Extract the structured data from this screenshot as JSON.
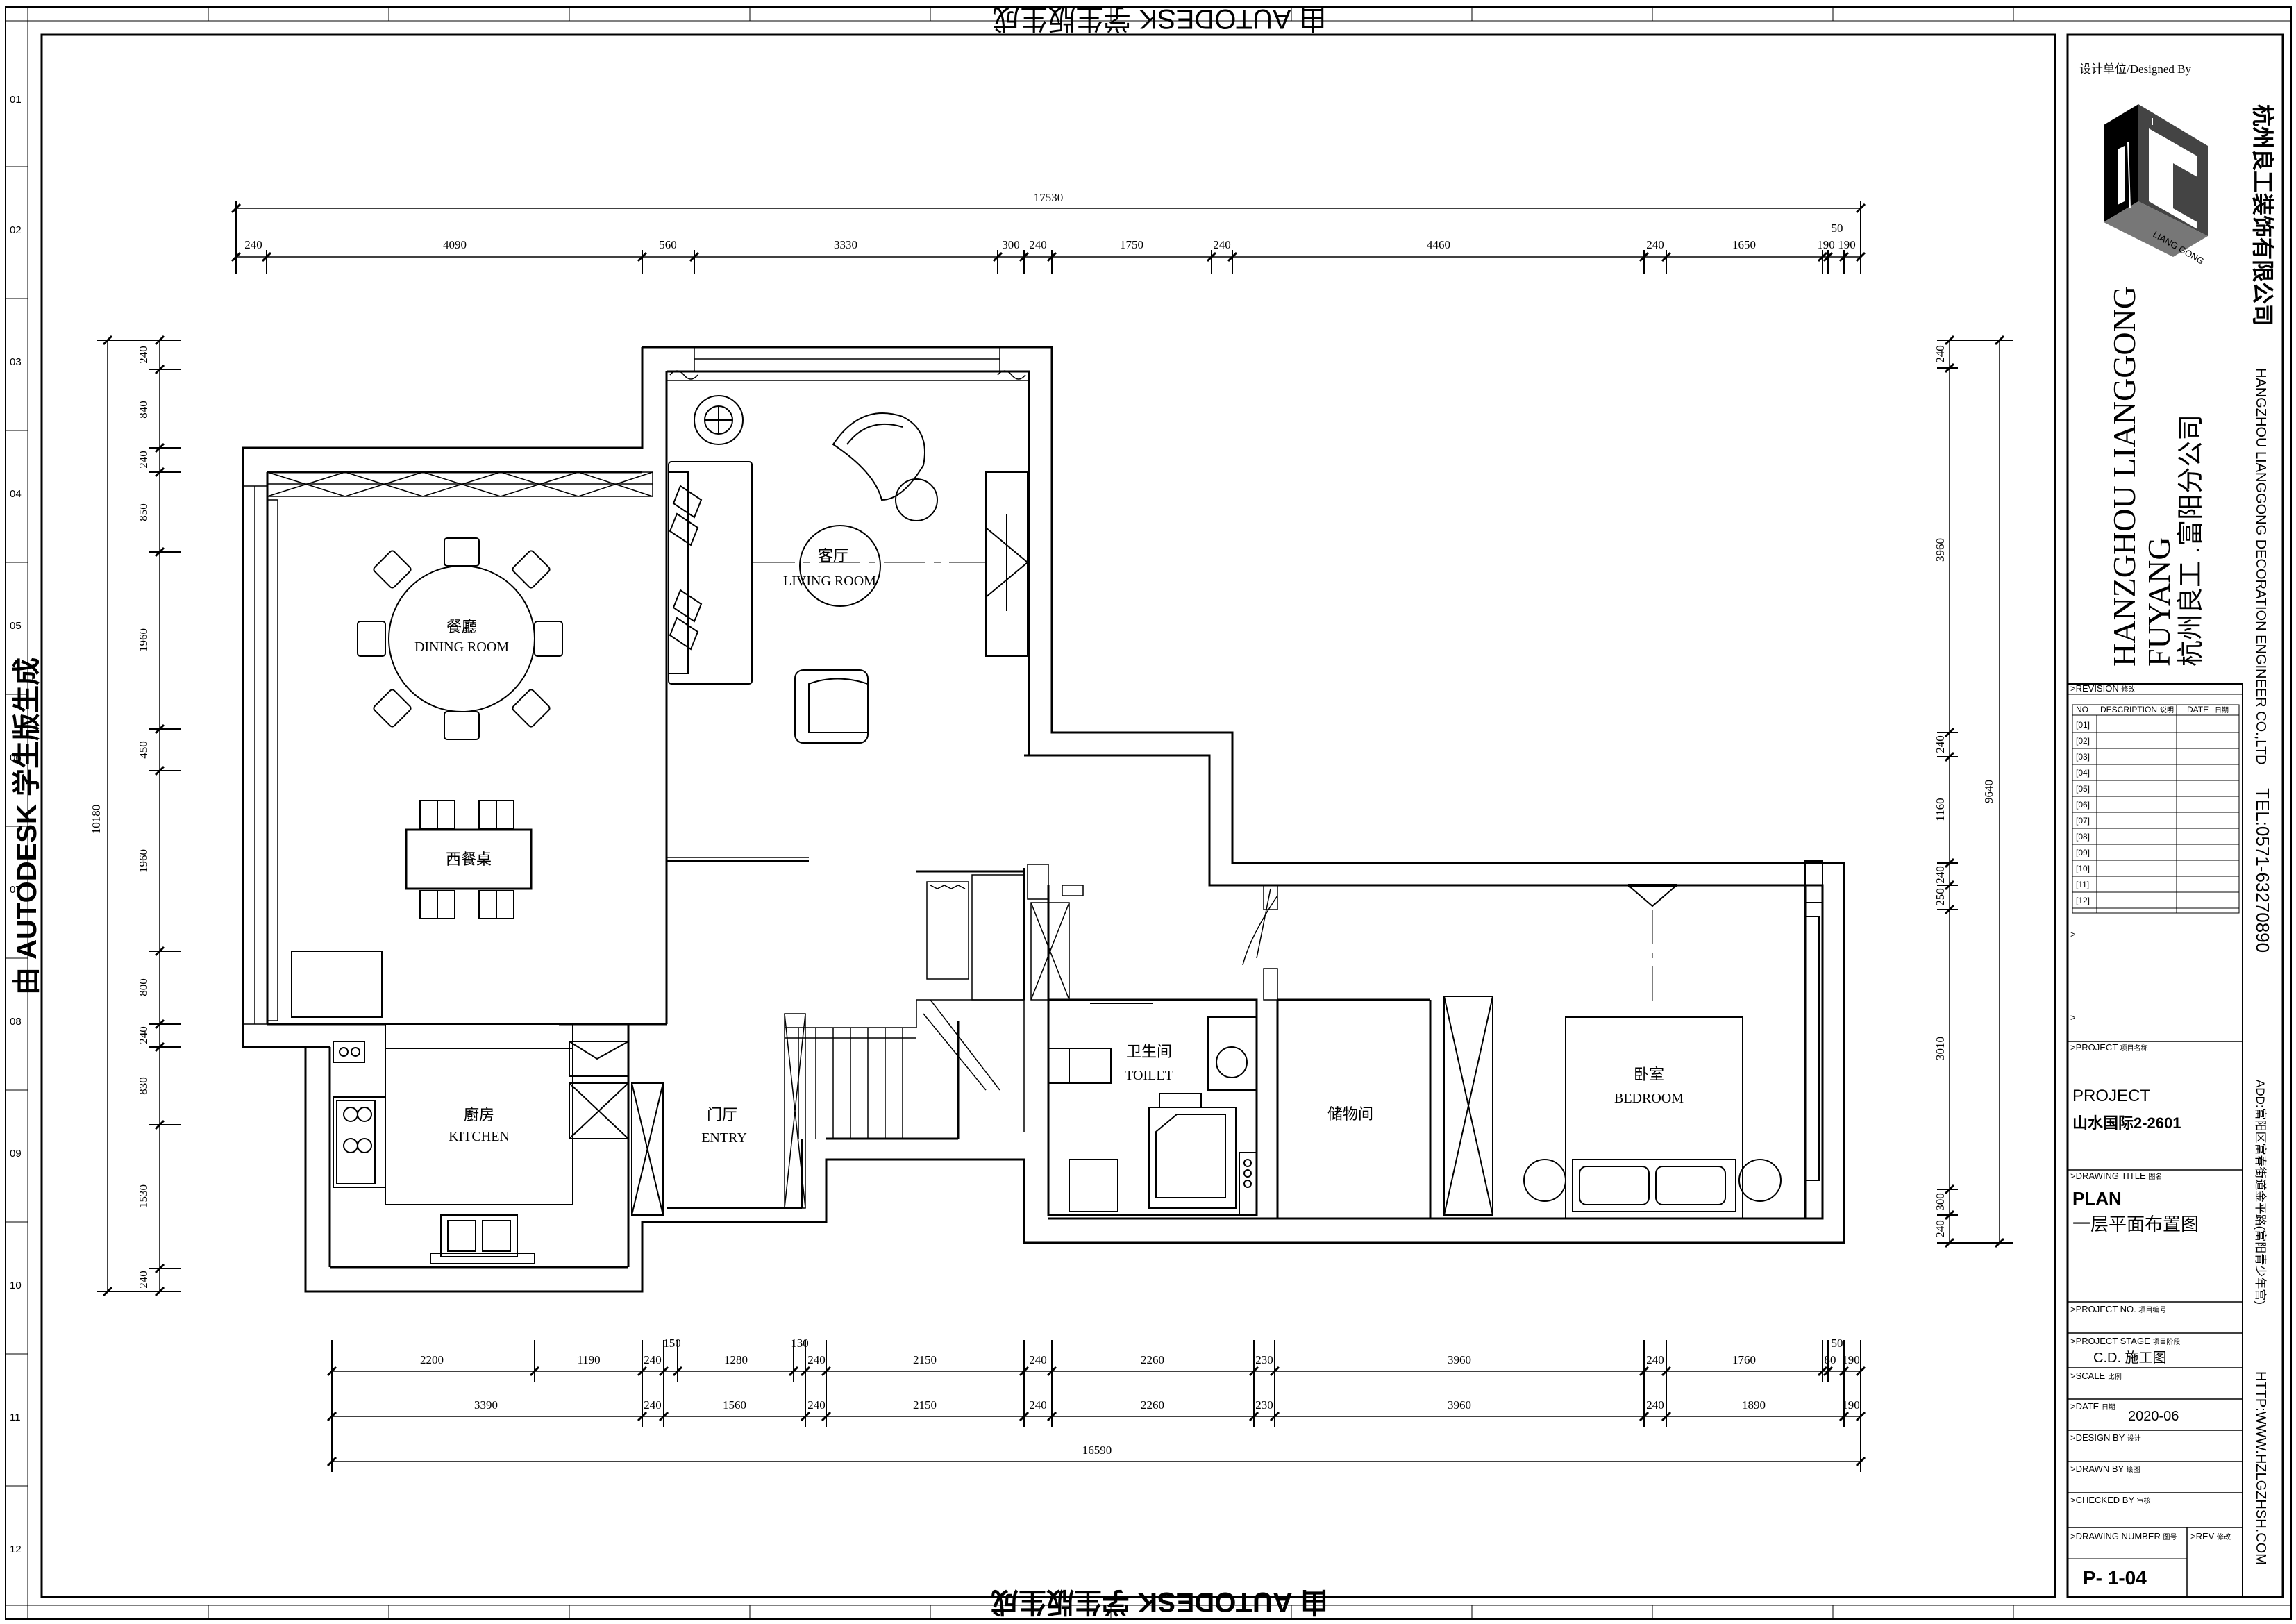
{
  "watermark": {
    "top": "由 AUTODESK 学生版生成",
    "bottom": "由 AUTODESK 学生版生成",
    "left": "由 AUTODESK 学生版生成"
  },
  "row_labels": [
    "01",
    "02",
    "03",
    "04",
    "05",
    "06",
    "07",
    "08",
    "09",
    "10",
    "11",
    "12"
  ],
  "dimensions": {
    "top_total": "17530",
    "top_row": [
      "240",
      "4090",
      "560",
      "3330",
      "300",
      "240",
      "1750",
      "240",
      "4460",
      "240",
      "1650",
      "50",
      "190",
      "190"
    ],
    "left_total": "10180",
    "left_row": [
      "240",
      "840",
      "240",
      "850",
      "1960",
      "450",
      "1960",
      "800",
      "240",
      "830",
      "1530",
      "240"
    ],
    "right_total": "9640",
    "right_row": [
      "240",
      "3960",
      "240",
      "1160",
      "240",
      "250",
      "3010",
      "300",
      "240"
    ],
    "bottom_row1": [
      "2200",
      "1190",
      "240",
      "150",
      "1280",
      "130",
      "240",
      "2150",
      "240",
      "2260",
      "230",
      "3960",
      "240",
      "1760",
      "50",
      "80",
      "190"
    ],
    "bottom_row2": [
      "3390",
      "240",
      "1560",
      "240",
      "2150",
      "240",
      "2260",
      "230",
      "3960",
      "240",
      "1890",
      "190"
    ],
    "bottom_total": "16590"
  },
  "rooms": {
    "living": {
      "cn": "客厅",
      "en": "LIVING ROOM"
    },
    "dining": {
      "cn": "餐廳",
      "en": "DINING ROOM"
    },
    "western_table": {
      "cn": "西餐桌"
    },
    "kitchen": {
      "cn": "廚房",
      "en": "KITCHEN"
    },
    "entry": {
      "cn": "门厅",
      "en": "ENTRY"
    },
    "toilet": {
      "cn": "卫生间",
      "en": "TOILET"
    },
    "storage": {
      "cn": "储物间"
    },
    "bedroom": {
      "cn": "卧室",
      "en": "BEDROOM"
    }
  },
  "title_block": {
    "designed_by": "设计单位/Designed By",
    "logo_sub": "LIANG GONG",
    "company_en1": "HANZGHOU LIANGGONG",
    "company_en2": "FUYANG",
    "company_cn_branch": "杭州良工 .富阳分公司",
    "company_cn_full": "杭州良工装饰有限公司",
    "company_en_full": "HANGZHOU LIANGGONG DECORATION ENGINEER CO.,LTD",
    "tel": "TEL:0571-63270890",
    "addr": "ADD:富阳区富春街道金平路(富阳青少年宫)",
    "http": "HTTP:WWW.HZLGZHSH.COM",
    "revision_label": ">REVISION",
    "revision_cn": "修改",
    "rev_cols": [
      "NO",
      "DESCRIPTION",
      "说明",
      "DATE",
      "日期"
    ],
    "rev_rows": [
      "[01]",
      "[02]",
      "[03]",
      "[04]",
      "[05]",
      "[06]",
      "[07]",
      "[08]",
      "[09]",
      "[10]",
      "[11]",
      "[12]"
    ],
    "arrow1": ">",
    "arrow2": ">",
    "project_label": ">PROJECT",
    "project_label_cn": "项目名称",
    "project": "PROJECT",
    "project_name": "山水国际2-2601",
    "drawing_title_label": ">DRAWING TITLE",
    "drawing_title_cn": "图名",
    "plan": "PLAN",
    "plan_cn": "一层平面布置图",
    "project_no_label": ">PROJECT NO.",
    "project_no_cn": "项目编号",
    "project_stage_label": ">PROJECT STAGE",
    "project_stage_cn": "项目阶段",
    "stage": "C.D. 施工图",
    "scale_label": ">SCALE",
    "scale_cn": "比例",
    "date_label": ">DATE",
    "date_cn": "日期",
    "date": "2020-06",
    "design_by_label": ">DESIGN BY",
    "design_by_cn": "设计",
    "drawn_by_label": ">DRAWN BY",
    "drawn_by_cn": "绘图",
    "checked_by_label": ">CHECKED BY",
    "checked_by_cn": "审核",
    "drawing_number_label": ">DRAWING NUMBER",
    "drawing_number_cn": "图号",
    "rev_label": ">REV",
    "rev_cn": "修改",
    "drawing_number": "P- 1-04"
  }
}
